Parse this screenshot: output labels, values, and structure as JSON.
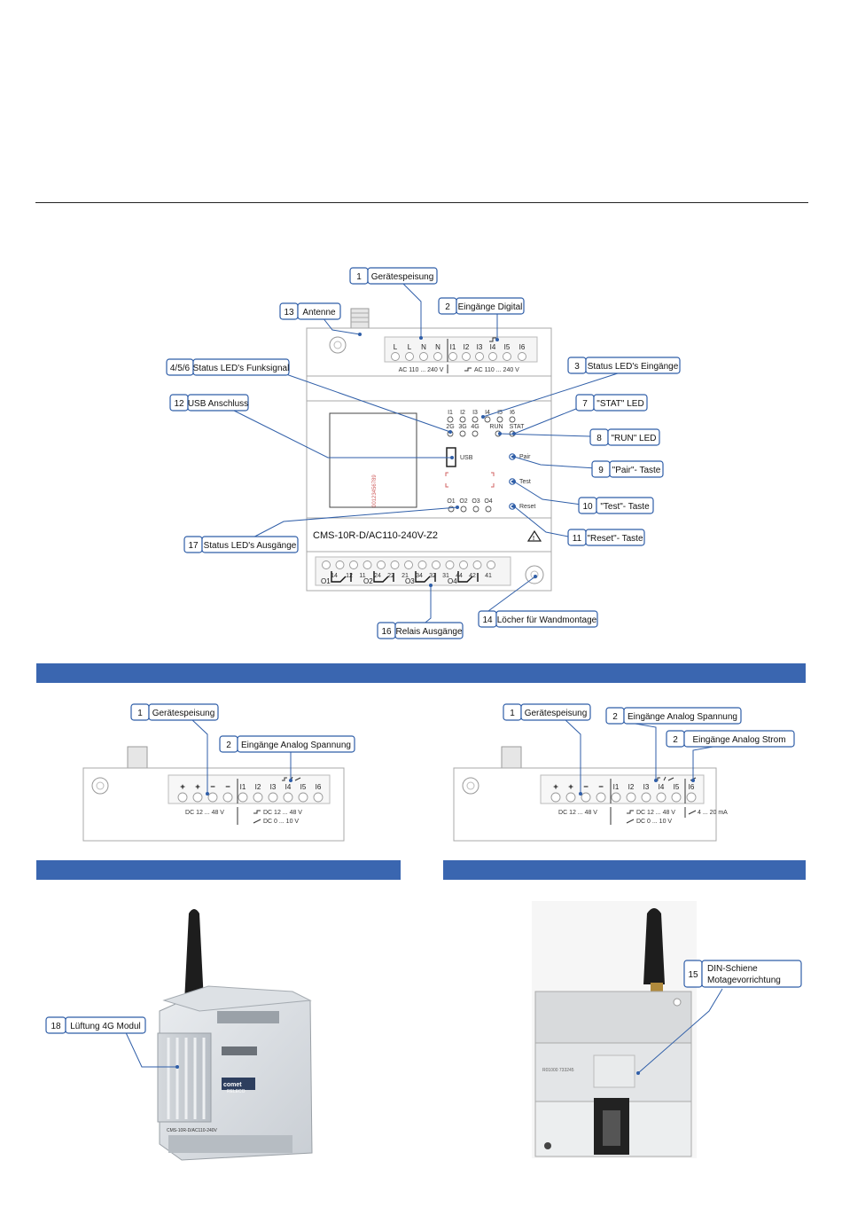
{
  "main_diagram": {
    "model": "CMS-10R-D/AC110-240V-Z2",
    "top_terminals": [
      "L",
      "L",
      "N",
      "N",
      "I1",
      "I2",
      "I3",
      "I4",
      "I5",
      "I6"
    ],
    "supply_label": "AC 110 ... 240 V",
    "input_label": "AC 110 ... 240 V",
    "led_inputs": [
      "I1",
      "I2",
      "I3",
      "I4",
      "I5",
      "I6"
    ],
    "led_signal": [
      "2G",
      "3G",
      "4G"
    ],
    "run": "RUN",
    "stat": "STAT",
    "usb": "USB",
    "pair": "Pair",
    "test": "Test",
    "reset": "Reset",
    "outputs": [
      "O1",
      "O2",
      "O3",
      "O4"
    ],
    "relay_terminals": [
      "14",
      "12",
      "11",
      "24",
      "22",
      "21",
      "34",
      "32",
      "31",
      "44",
      "42",
      "41"
    ],
    "relay_groups": [
      "O1",
      "O2",
      "O3",
      "O4"
    ],
    "sticker": "00123456789"
  },
  "callouts": [
    {
      "n": "1",
      "text": "Gerätespeisung"
    },
    {
      "n": "2",
      "text": "Eingänge Digital"
    },
    {
      "n": "13",
      "text": "Antenne"
    },
    {
      "n": "4/5/6",
      "text": "Status LED's Funksignal"
    },
    {
      "n": "3",
      "text": "Status LED's Eingänge"
    },
    {
      "n": "12",
      "text": "USB Anschluss"
    },
    {
      "n": "7",
      "text": "\"STAT\" LED"
    },
    {
      "n": "8",
      "text": "\"RUN\" LED"
    },
    {
      "n": "9",
      "text": "\"Pair\"- Taste"
    },
    {
      "n": "10",
      "text": "\"Test\"- Taste"
    },
    {
      "n": "11",
      "text": "\"Reset\"- Taste"
    },
    {
      "n": "17",
      "text": "Status LED's Ausgänge"
    },
    {
      "n": "14",
      "text": "Löcher für Wandmontage"
    },
    {
      "n": "16",
      "text": "Relais Ausgänge"
    }
  ],
  "left_variant": {
    "terminals": [
      "+",
      "+",
      "−",
      "−",
      "I1",
      "I2",
      "I3",
      "I4",
      "I5",
      "I6"
    ],
    "supply": "DC 12 ... 48 V",
    "in1": "DC 12 ... 48 V",
    "in2": "DC 0 ... 10 V",
    "callouts": [
      {
        "n": "1",
        "text": "Gerätespeisung"
      },
      {
        "n": "2",
        "text": "Eingänge Analog Spannung"
      }
    ]
  },
  "right_variant": {
    "terminals": [
      "+",
      "+",
      "−",
      "−",
      "I1",
      "I2",
      "I3",
      "I4",
      "I5",
      "I6"
    ],
    "supply": "DC 12 ... 48 V",
    "in1": "DC 12 ... 48 V",
    "in2": "DC 0 ... 10 V",
    "in3": "4 ... 20 mA",
    "callouts": [
      {
        "n": "1",
        "text": "Gerätespeisung"
      },
      {
        "n": "2",
        "text": "Eingänge Analog Spannung"
      },
      {
        "n": "2",
        "text": "Eingänge Analog Strom"
      }
    ]
  },
  "photo_left": {
    "callout": {
      "n": "18",
      "text": "Lüftung 4G Modul"
    },
    "brand1": "comet",
    "brand2": "RELECO",
    "model": "CMS-10R-D/AC110-240V"
  },
  "photo_right": {
    "callout": {
      "n": "15",
      "line1": "DIN-Schiene",
      "line2": "Motagevorrichtung"
    },
    "label": "R01000 733245"
  },
  "colors": {
    "bar": "#3a66b0",
    "callout_border": "#2f5ea8"
  }
}
